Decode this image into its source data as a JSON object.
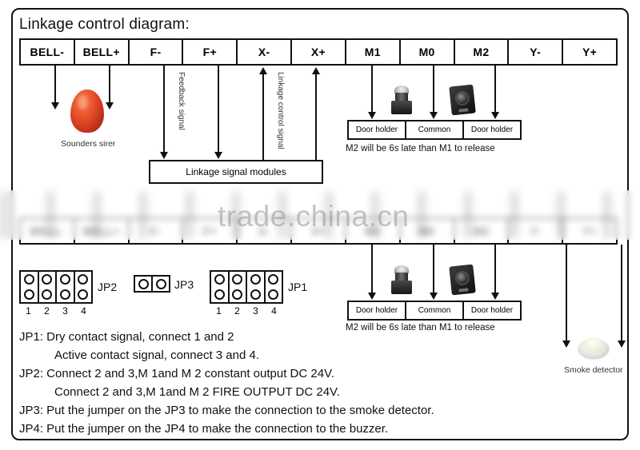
{
  "title": "Linkage control diagram:",
  "terminals": [
    {
      "label": "BELL-"
    },
    {
      "label": "BELL+"
    },
    {
      "label": "F-"
    },
    {
      "label": "F+"
    },
    {
      "label": "X-"
    },
    {
      "label": "X+"
    },
    {
      "label": "M1"
    },
    {
      "label": "M0"
    },
    {
      "label": "M2"
    },
    {
      "label": "Y-"
    },
    {
      "label": "Y+"
    }
  ],
  "signal_labels": {
    "feedback": "Feedback signal",
    "linkage_control": "Linkage control signal"
  },
  "devices": {
    "siren_caption": "Sounders sirer",
    "smoke_caption": "Smoke detector",
    "linkage_modules_box": "Linkage signal modules"
  },
  "door_holder_strip": {
    "cells": [
      "Door holder",
      "Common",
      "Door holder"
    ],
    "note": "M2 will be 6s late than M1 to release"
  },
  "jumpers": {
    "jp2": {
      "name": "JP2",
      "pin_numbers": [
        "1",
        "2",
        "3",
        "4"
      ]
    },
    "jp3": {
      "name": "JP3"
    },
    "jp1": {
      "name": "JP1",
      "pin_numbers": [
        "1",
        "2",
        "3",
        "4"
      ]
    }
  },
  "notes": {
    "jp1_line1": "JP1: Dry contact signal, connect 1 and 2",
    "jp1_line2": "Active contact signal, connect 3 and 4.",
    "jp2_line1": "JP2: Connect 2 and 3,M 1and M 2 constant output DC 24V.",
    "jp2_line2": "Connect 2 and 3,M 1and M 2 FIRE OUTPUT DC 24V.",
    "jp3_line": "JP3: Put the jumper on the JP3 to make the connection to the smoke detector.",
    "jp4_line": "JP4:  Put the jumper on the JP4 to make the connection to the buzzer."
  },
  "watermark": {
    "text": "trade.china.cn"
  },
  "colors": {
    "line": "#111111",
    "siren": "#e8502a",
    "watermark": "#969696"
  }
}
